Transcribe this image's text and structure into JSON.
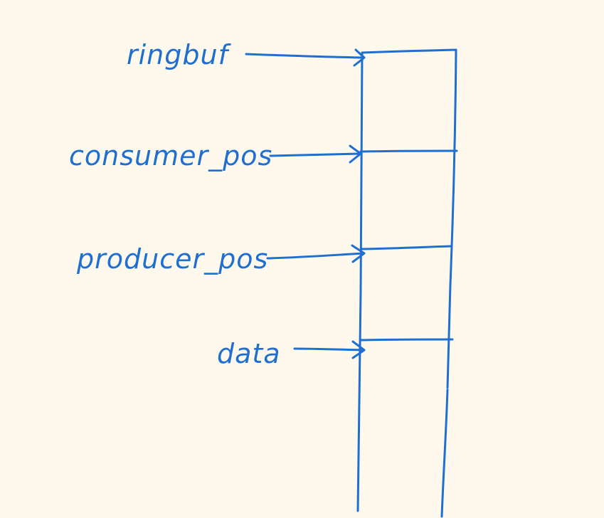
{
  "colors": {
    "background": "#fef9ec",
    "ink": "#1f6fd1"
  },
  "labels": [
    {
      "id": "ringbuf",
      "text": "ringbuf"
    },
    {
      "id": "consumer_pos",
      "text": "consumer_pos"
    },
    {
      "id": "producer_pos",
      "text": "producer_pos"
    },
    {
      "id": "data",
      "text": "data"
    }
  ]
}
